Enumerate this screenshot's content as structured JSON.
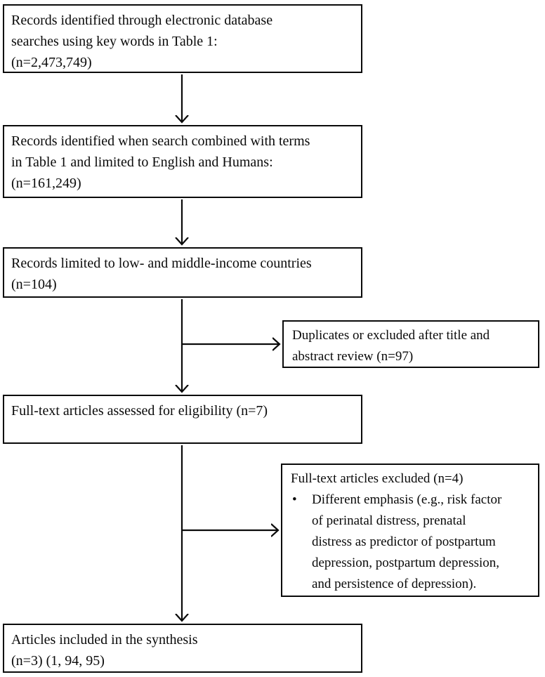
{
  "colors": {
    "box_border": "#0a0a0a",
    "line": "#0a0a0a",
    "text": "#0a0a0a",
    "background": "#ffffff"
  },
  "flow": {
    "step1": {
      "text": "Records identified through electronic database\nsearches using key words in Table 1:\n(n=2,473,749)"
    },
    "step2": {
      "text": "Records identified when search combined with terms\nin Table 1 and limited to English and Humans:\n(n=161,249)"
    },
    "step3": {
      "text": "Records limited to low- and middle-income countries\n(n=104)"
    },
    "excluded_title_abstract": {
      "text": "Duplicates or excluded after title and\nabstract review (n=97)"
    },
    "step4": {
      "text": "Full-text articles assessed for eligibility (n=7)"
    },
    "excluded_fulltext": {
      "title": "Full-text articles excluded (n=4)",
      "bullet_glyph": "•",
      "item": "Different emphasis (e.g., risk factor\nof perinatal distress, prenatal\ndistress as predictor of postpartum\ndepression, postpartum depression,\nand persistence of depression)."
    },
    "step5": {
      "text": "Articles included in the synthesis\n(n=3) (1, 94, 95)"
    }
  }
}
